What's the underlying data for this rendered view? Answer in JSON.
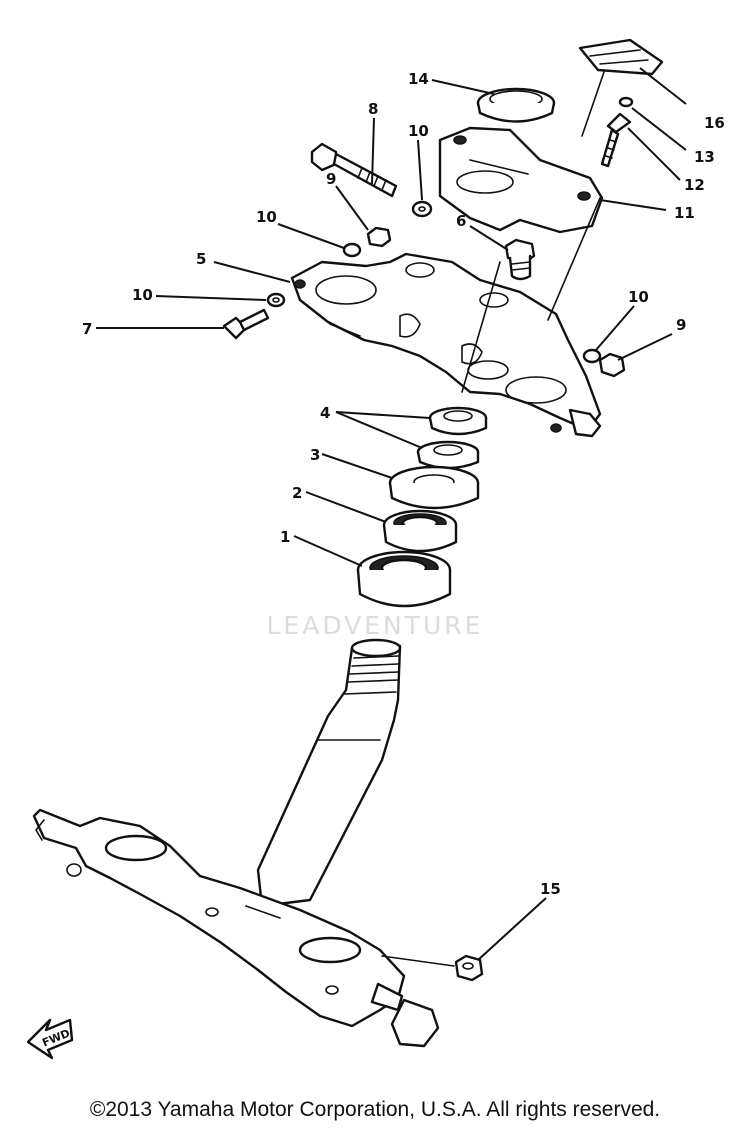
{
  "diagram": {
    "callouts": [
      "1",
      "2",
      "3",
      "4",
      "5",
      "6",
      "7",
      "8",
      "9",
      "10",
      "11",
      "12",
      "13",
      "14",
      "15",
      "16"
    ],
    "watermark": "LEADVENTURE",
    "fwd_label": "FWD"
  },
  "footer": {
    "copyright": "©2013 Yamaha Motor Corporation, U.S.A. All rights reserved."
  }
}
